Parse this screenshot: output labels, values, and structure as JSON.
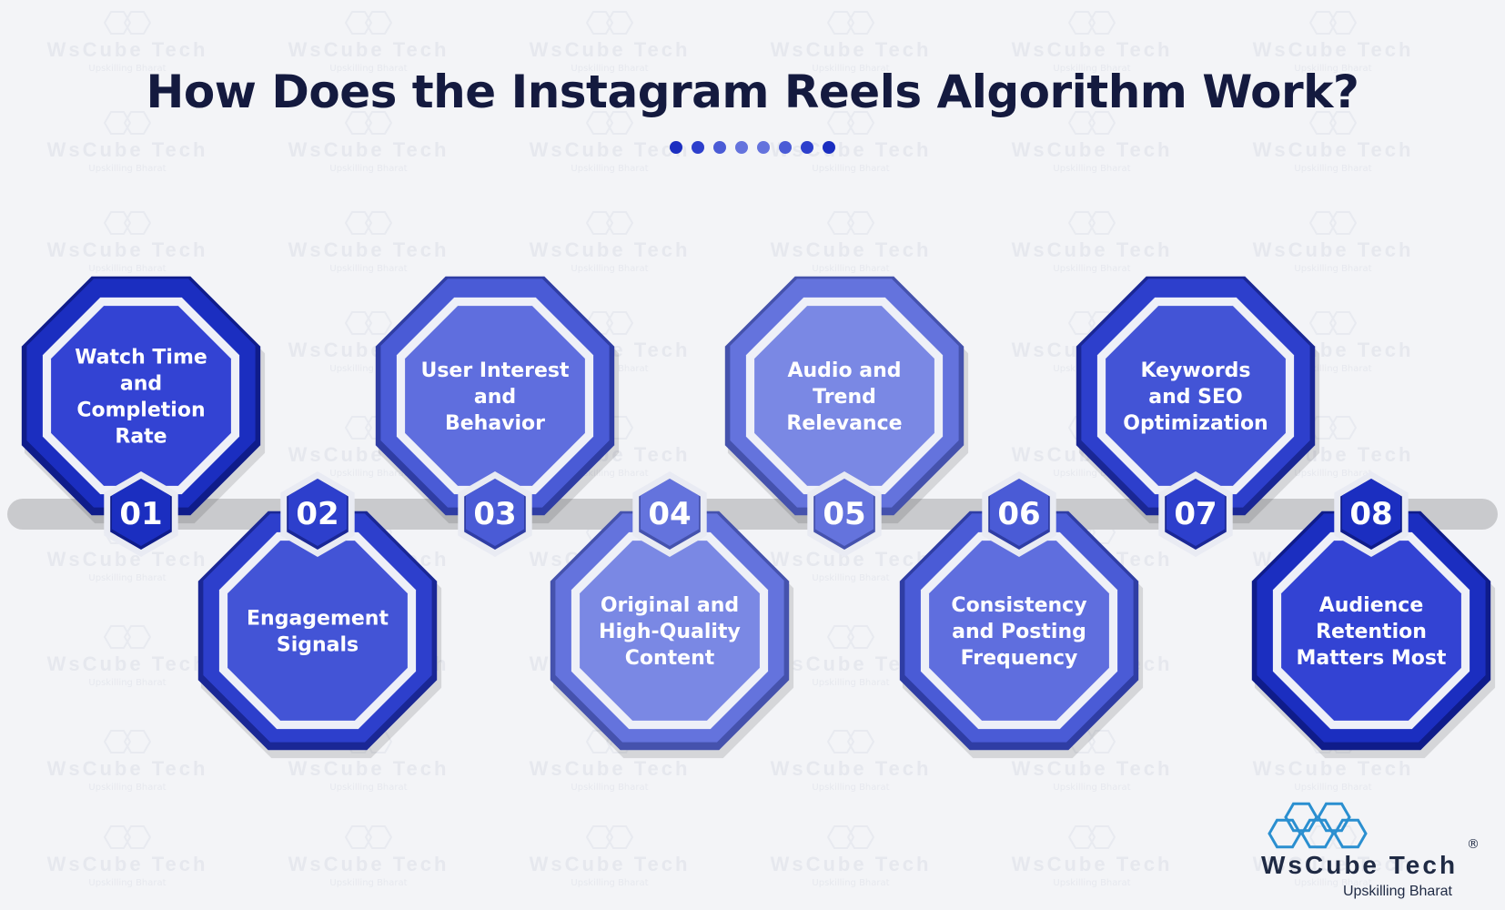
{
  "title": "How Does the Instagram Reels Algorithm Work?",
  "dot_colors": [
    "#1b2ec0",
    "#2d3fcc",
    "#4a5bd6",
    "#6473dd",
    "#6473dd",
    "#4a5bd6",
    "#2d3fcc",
    "#1b2ec0"
  ],
  "steps": [
    {
      "number": "01",
      "lines": [
        "Watch Time",
        "and",
        "Completion",
        "Rate"
      ],
      "color": "#1b2ec0",
      "light": "#3343d3",
      "dark": "#0f1c8a"
    },
    {
      "number": "02",
      "lines": [
        "Engagement",
        "Signals"
      ],
      "color": "#2d3fcc",
      "light": "#4354d6",
      "dark": "#1a2795"
    },
    {
      "number": "03",
      "lines": [
        "User Interest",
        "and",
        "Behavior"
      ],
      "color": "#4a5bd6",
      "light": "#5f6ede",
      "dark": "#2f3da4"
    },
    {
      "number": "04",
      "lines": [
        "Original and",
        "High-Quality",
        "Content"
      ],
      "color": "#6473dd",
      "light": "#7a88e4",
      "dark": "#4552ad"
    },
    {
      "number": "05",
      "lines": [
        "Audio and",
        "Trend",
        "Relevance"
      ],
      "color": "#6473dd",
      "light": "#7a88e4",
      "dark": "#4552ad"
    },
    {
      "number": "06",
      "lines": [
        "Consistency",
        "and Posting",
        "Frequency"
      ],
      "color": "#4a5bd6",
      "light": "#5f6ede",
      "dark": "#2f3da4"
    },
    {
      "number": "07",
      "lines": [
        "Keywords",
        "and SEO",
        "Optimization"
      ],
      "color": "#2d3fcc",
      "light": "#4354d6",
      "dark": "#1a2795"
    },
    {
      "number": "08",
      "lines": [
        "Audience",
        "Retention",
        "Matters Most"
      ],
      "color": "#1b2ec0",
      "light": "#3343d3",
      "dark": "#0f1c8a"
    }
  ],
  "watermark": {
    "brand": "WsCube Tech",
    "tagline": "Upskilling Bharat"
  },
  "logo": {
    "brand_part1": "WsCube",
    "brand_part2": "Tech",
    "tagline": "Upskilling Bharat",
    "registered": "®",
    "accent": "#2a8fd0"
  }
}
